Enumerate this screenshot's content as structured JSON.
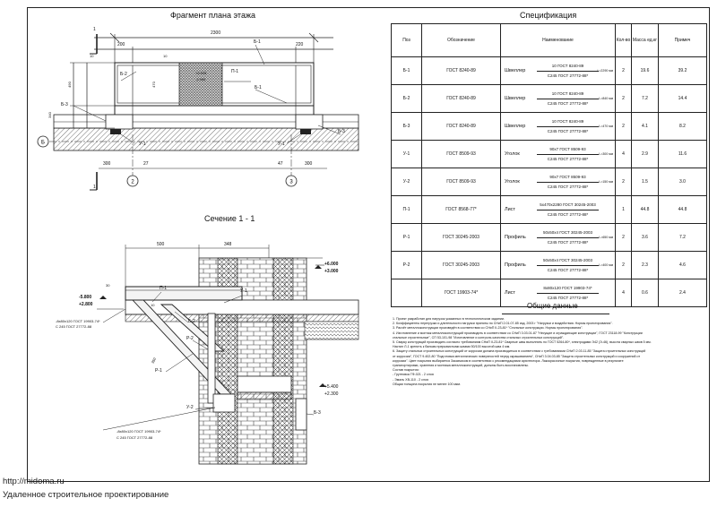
{
  "plan_title": "Фрагмент плана этажа",
  "section_title": "Сечение 1 - 1",
  "spec_title": "Спецификация",
  "general_title": "Общие данные",
  "spec_headers": [
    "Поз",
    "Обозначение",
    "Наименование",
    "Кол-во",
    "Масса ед.кг",
    "Примеч"
  ],
  "spec_rows": [
    {
      "pos": "Б-1",
      "doc": "ГОСТ 8240-89",
      "type": "Швеллер",
      "top": "10 ГОСТ 8240-89",
      "bot": "С245 ГОСТ 27772-88*",
      "len": "L=2290 мм",
      "qty": "2",
      "mass": "19.6",
      "note": "39.2"
    },
    {
      "pos": "Б-2",
      "doc": "ГОСТ 8240-89",
      "type": "Швеллер",
      "top": "10 ГОСТ 8240-89",
      "bot": "С245 ГОСТ 27772-88*",
      "len": "L=840 мм",
      "qty": "2",
      "mass": "7.2",
      "note": "14.4"
    },
    {
      "pos": "Б-3",
      "doc": "ГОСТ 8240-89",
      "type": "Швеллер",
      "top": "10 ГОСТ 8240-89",
      "bot": "С245 ГОСТ 27772-88*",
      "len": "L=470 мм",
      "qty": "2",
      "mass": "4.1",
      "note": "8.2"
    },
    {
      "pos": "У-1",
      "doc": "ГОСТ 8509-93",
      "type": "Уголок",
      "top": "90х7 ГОСТ 8509-93",
      "bot": "С245 ГОСТ 27772-88*",
      "len": "L=300 мм",
      "qty": "4",
      "mass": "2.9",
      "note": "11.6"
    },
    {
      "pos": "У-2",
      "doc": "ГОСТ 8509-93",
      "type": "Уголок",
      "top": "90х7 ГОСТ 8509-93",
      "bot": "С245 ГОСТ 27772-88*",
      "len": "L=150 мм",
      "qty": "2",
      "mass": "1.5",
      "note": "3.0"
    },
    {
      "pos": "П-1",
      "doc": "ГОСТ 8568-77*",
      "type": "Лист",
      "top": "5х470х2280 ГОСТ 30245-2003",
      "bot": "С245 ГОСТ 27772-88*",
      "len": "",
      "qty": "1",
      "mass": "44.8",
      "note": "44.8"
    },
    {
      "pos": "Р-1",
      "doc": "ГОСТ 30245-2003",
      "type": "Профиль",
      "top": "50х50х4 ГОСТ 30245-2003",
      "bot": "С245 ГОСТ 27772-88*",
      "len": "L=650 мм",
      "qty": "2",
      "mass": "3.6",
      "note": "7.2"
    },
    {
      "pos": "Р-2",
      "doc": "ГОСТ 30245-2003",
      "type": "Профиль",
      "top": "50х50х4 ГОСТ 30245-2003",
      "bot": "С245 ГОСТ 27772-88*",
      "len": "L=400 мм",
      "qty": "2",
      "mass": "2.3",
      "note": "4.6"
    },
    {
      "pos": "",
      "doc": "ГОСТ 19903-74*",
      "type": "Лист",
      "top": "8х80х120 ГОСТ 19903-74*",
      "bot": "С245 ГОСТ 27772-88*",
      "len": "",
      "qty": "4",
      "mass": "0.6",
      "note": "2.4"
    }
  ],
  "notes": [
    "1. Проект разработан для нагрузок указанных в технологическом задании.",
    "2. Коэффициенты перегрузки и длительности нагрузки приняты по СНиП 2.01.07-85 изд. 2003 г \"Нагрузки и воздействия. Нормы проектирования\".",
    "3. Расчёт металлоконструкции произведён в соответствии со СНиП II-23-81* \"Стальные конструкции. Нормы проектирования\".",
    "4. Изготовление и монтаж металлоконструкций производить в соответствии со СНиП 3.03.01-87 \"Несущие и ограждающие конструкции\", ГОСТ 23118-99 \"Конструкции",
    "стальные строительные\", СП 53-101-98 \"Изготовление и контроль качества стальных строительных конструкций\".",
    "5. Сварку конструкций производить согласно требованиям СНиП II-23-81* Сварные швы выполнять по ГОСТ 5264-80*, электродами Э42 (Э-46), высота сварных швов 5 мм.",
    "Настил Л-1 крепить к балкам прерывистыми швами 50/100 высотой шва 4 мм.",
    "6. Защиту стальных строительных конструкций от коррозии должна производиться в соответствии с требованиями СНиП 2.03.11-85 \"Защита строительных конструкций",
    "от коррозии\", ГОСТ 9.402-80 \"Подготовка металлических поверхностей перед окрашиванием\", СНиП 3.04.03-85 \"Защита строительных конструкций и сооружений от",
    "коррозии\". Цвет покрытия выбирается Заказчиком в соответствии с рекомендациями архитектора. Лакокрасочные покрытия, поврежденные в результате",
    "транспортировки, хранения и монтажа металлоконструкций, должны быть восстановлены.",
    "Состав покрытия:",
    "- Грунтовка ГФ-021 - 2 слоя",
    "- Эмаль ХВ-110 - 2 слоя",
    "Общая толщина покрытия не менее 100 мкм."
  ],
  "plan_labels": {
    "dim_total": "2300",
    "dim_left": "200",
    "dim_right": "220",
    "dim_300_l": "300",
    "dim_27": "27",
    "dim_47": "47",
    "dim_300_r": "300",
    "dim_490": "490",
    "dim_470": "470",
    "dim_340": "340",
    "dim_10a": "10",
    "dim_10b": "10",
    "elev_a": "+2.905",
    "elev_b": "-2.905",
    "axis_b": "Б",
    "axis_2": "2",
    "axis_3": "3",
    "cut_1a": "1",
    "cut_1b": "1",
    "b1_top": "Б-1",
    "b1_bot": "Б-1",
    "b2": "Б-2",
    "p1": "П-1",
    "u1_l": "У-1",
    "u1_r": "У-1",
    "b3_l": "Б-3",
    "b3_r": "Б-3"
  },
  "section_labels": {
    "dim_500": "500",
    "dim_348": "348",
    "dim_30": "30",
    "dim_350": "350",
    "dim_10": "10",
    "el_6000": "+6.000",
    "el_3000": "+3.000",
    "el_5800": "-5.800",
    "el_2800": "+2.800",
    "el_5400": "+5.400",
    "el_2300": "+2.300",
    "plate_top_1": "-8х80х120 ГОСТ 19903-74*",
    "plate_top_2": "С 245 ГОСТ 27772-88",
    "plate_bot_1": "-8х80х120 ГОСТ 19903-74*",
    "plate_bot_2": "С 245 ГОСТ 27772-88",
    "p1": "П-1",
    "u1": "У-1",
    "b2": "Б-2",
    "r2": "Р-2",
    "r1": "Р-1",
    "u2": "У-2",
    "b3": "Б-3"
  },
  "footer": {
    "url": "http://midoma.ru",
    "caption": "Удаленное строительное проектирование"
  }
}
